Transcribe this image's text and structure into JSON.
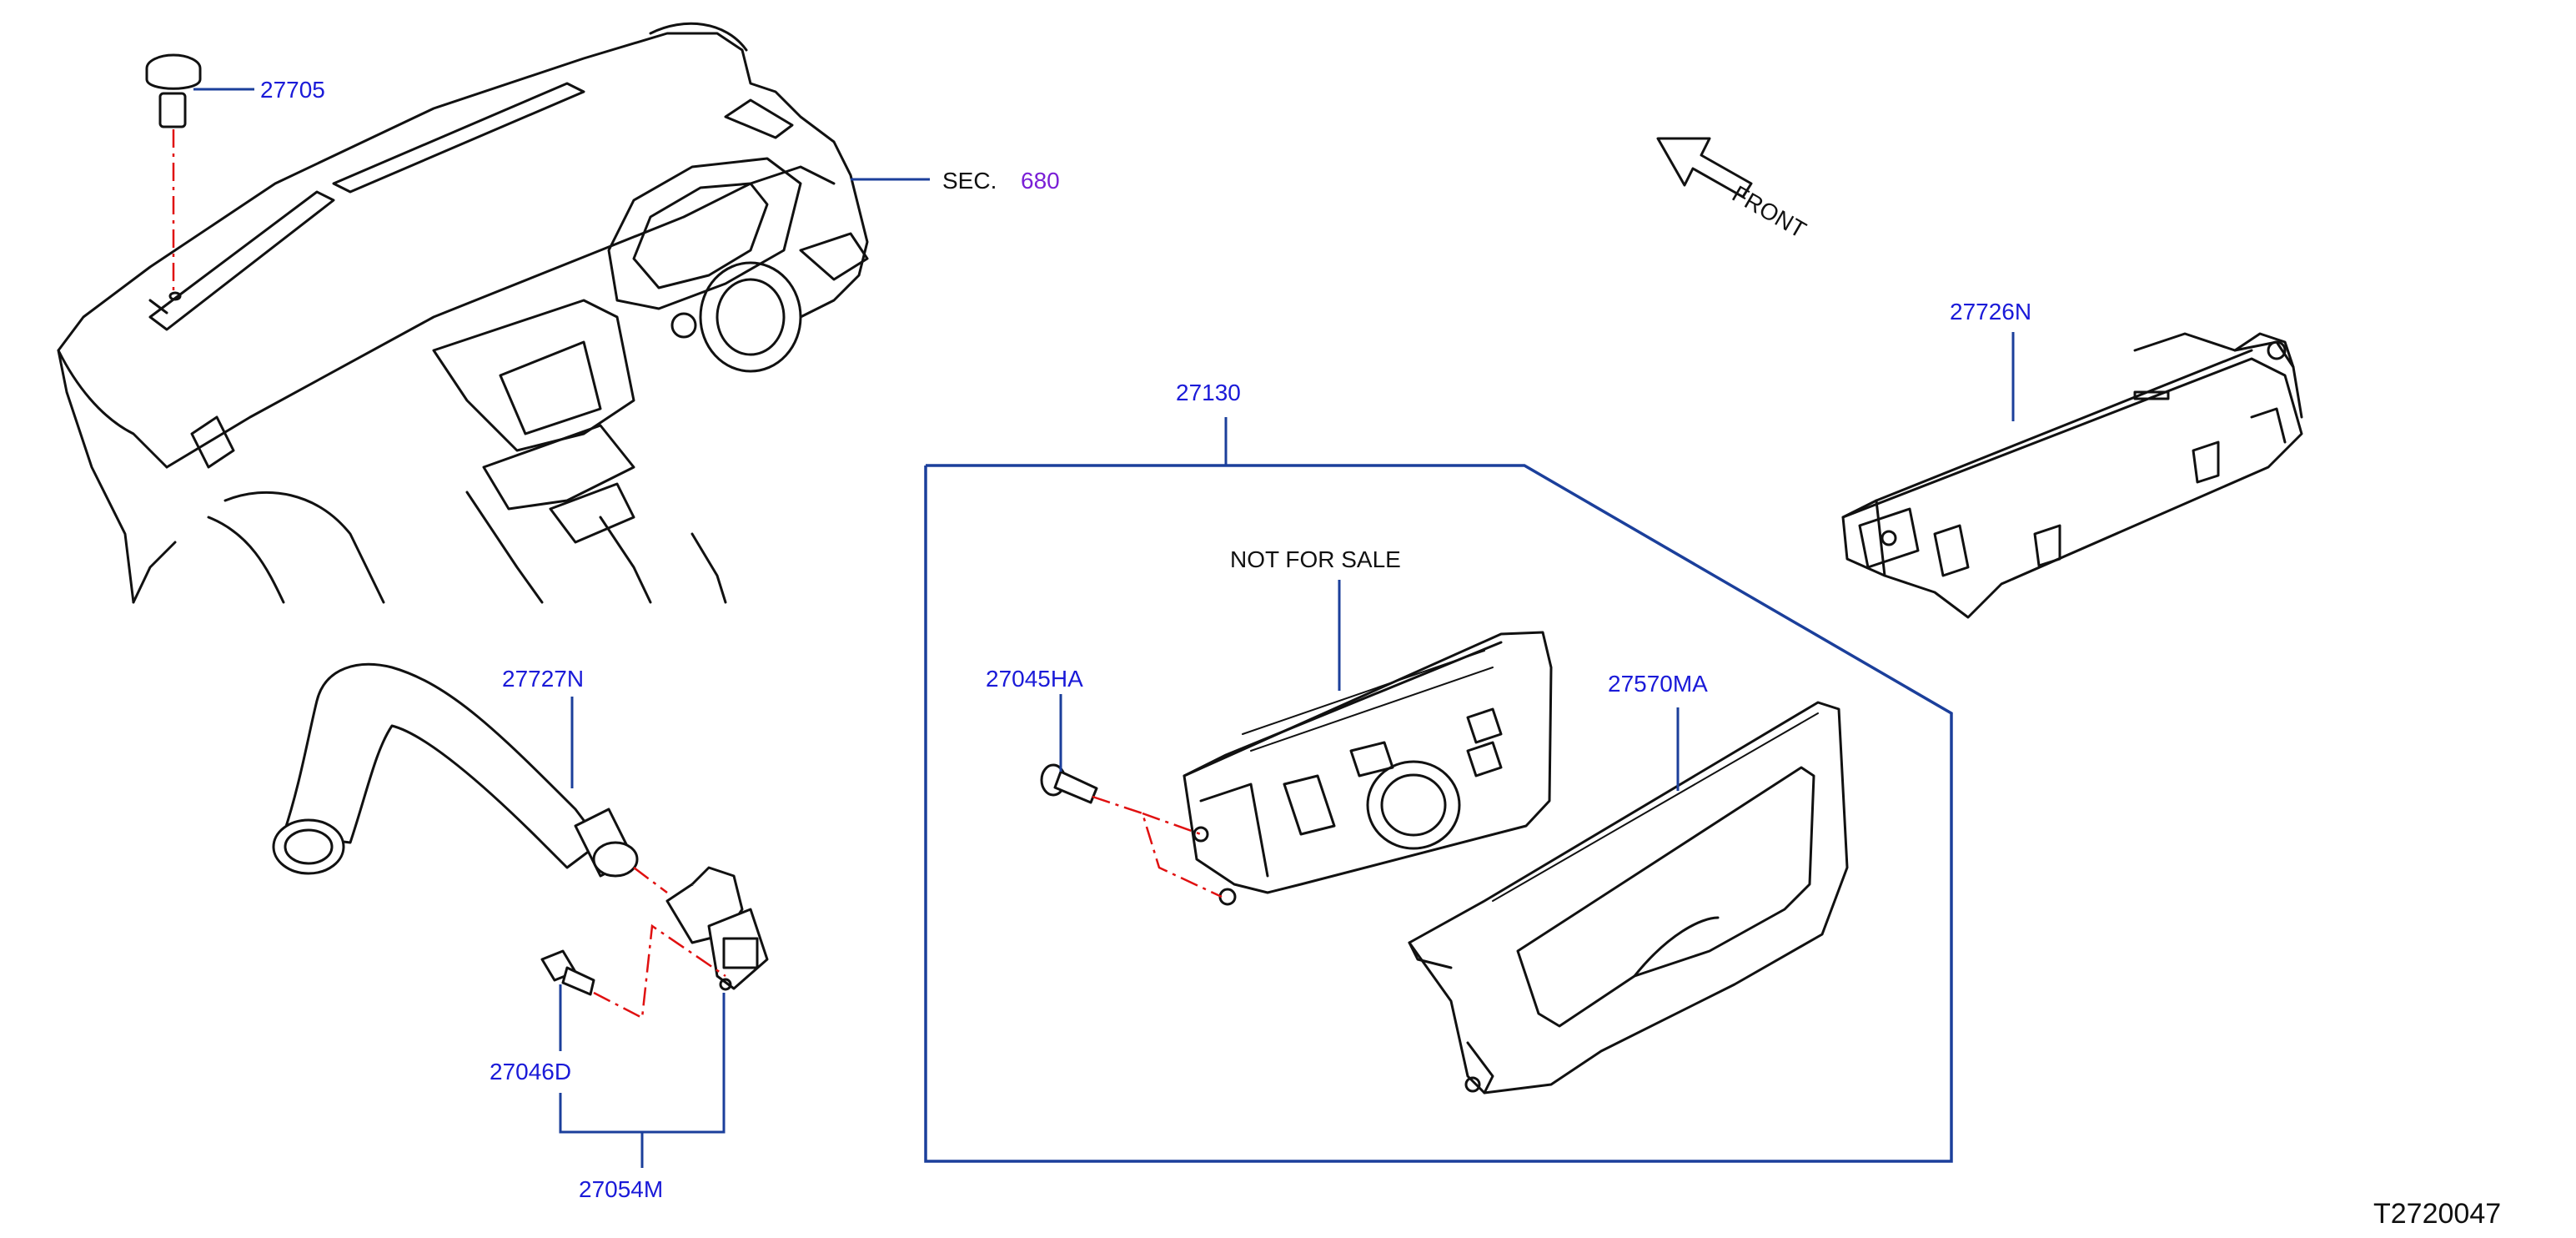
{
  "section_reference": {
    "prefix": "SEC.",
    "number": "680"
  },
  "direction_indicator": {
    "label": "FRONT"
  },
  "group_assembly": {
    "part_number": "27130",
    "note": "NOT  FOR  SALE"
  },
  "parts": {
    "clip_top": "27705",
    "hose_duct": "27727N",
    "bolt": "27046D",
    "sensor_assembly": "27054M",
    "screw": "27045HA",
    "finisher_panel": "27570MA",
    "amplifier_unit": "27726N"
  },
  "diagram_id": "T2720047",
  "colors": {
    "part_number_text": "#1a1ad8",
    "section_number_text": "#7a1fd6",
    "leader_lines": "#1b3f9b",
    "installation_hint_lines": "#e01010",
    "outline": "#111111"
  }
}
